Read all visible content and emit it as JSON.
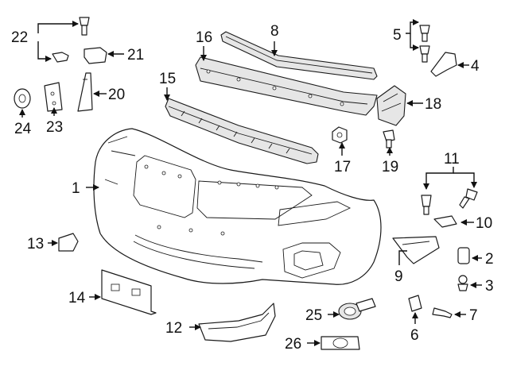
{
  "diagram": {
    "callouts": [
      {
        "id": "c1",
        "text": "1"
      },
      {
        "id": "c2",
        "text": "2"
      },
      {
        "id": "c3",
        "text": "3"
      },
      {
        "id": "c4",
        "text": "4"
      },
      {
        "id": "c5",
        "text": "5"
      },
      {
        "id": "c6",
        "text": "6"
      },
      {
        "id": "c7",
        "text": "7"
      },
      {
        "id": "c8",
        "text": "8"
      },
      {
        "id": "c9",
        "text": "9"
      },
      {
        "id": "c10",
        "text": "10"
      },
      {
        "id": "c11",
        "text": "11"
      },
      {
        "id": "c12",
        "text": "12"
      },
      {
        "id": "c13",
        "text": "13"
      },
      {
        "id": "c14",
        "text": "14"
      },
      {
        "id": "c15",
        "text": "15"
      },
      {
        "id": "c16",
        "text": "16"
      },
      {
        "id": "c17",
        "text": "17"
      },
      {
        "id": "c18",
        "text": "18"
      },
      {
        "id": "c19",
        "text": "19"
      },
      {
        "id": "c20",
        "text": "20"
      },
      {
        "id": "c21",
        "text": "21"
      },
      {
        "id": "c22",
        "text": "22"
      },
      {
        "id": "c23",
        "text": "23"
      },
      {
        "id": "c24",
        "text": "24"
      },
      {
        "id": "c25",
        "text": "25"
      },
      {
        "id": "c26",
        "text": "26"
      }
    ]
  }
}
